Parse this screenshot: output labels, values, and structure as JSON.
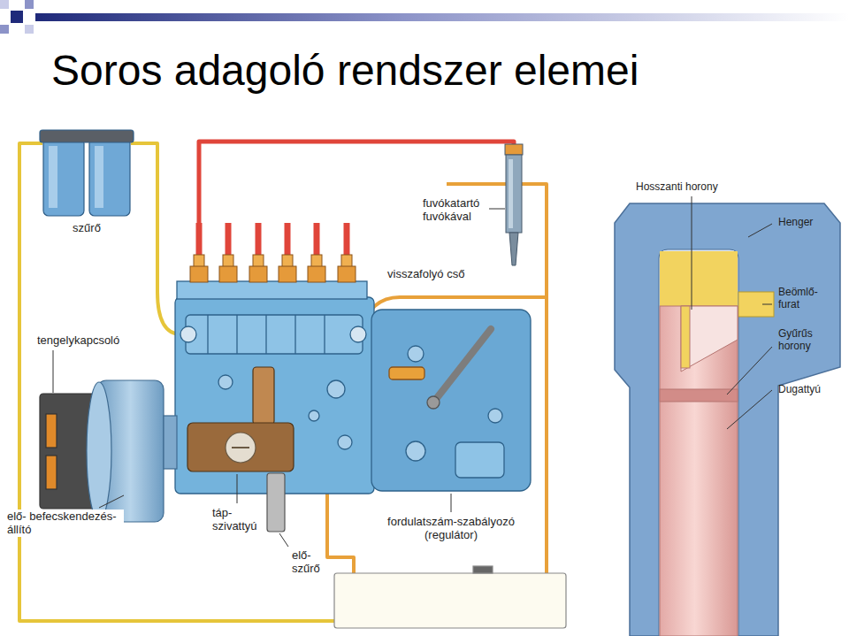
{
  "diagram": {
    "title": "Soros adagoló rendszer elemei",
    "labels": [
      "szűrő",
      "fuvókatartó fuvókával",
      "visszafolyó cső",
      "tengelykapcsoló",
      "Hosszanti horony",
      "Henger",
      "Beömlő- furat",
      "Gyűrűs horony",
      "Dugattyú",
      "elő- befecskendezés-állító",
      "táp- szivattyú",
      "fordulatszám-szabályozó (regulátor)",
      "elő- szűrő"
    ]
  }
}
